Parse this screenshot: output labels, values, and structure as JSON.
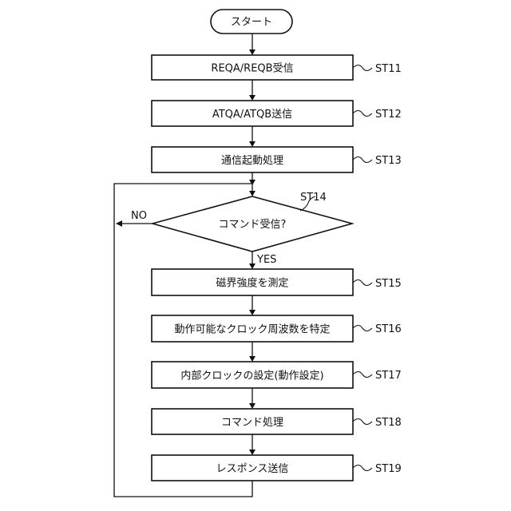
{
  "start": "スタート",
  "steps": [
    {
      "id": "ST11",
      "label": "REQA/REQB受信"
    },
    {
      "id": "ST12",
      "label": "ATQA/ATQB送信"
    },
    {
      "id": "ST13",
      "label": "通信起動処理"
    },
    {
      "id": "ST14",
      "label": "コマンド受信?"
    },
    {
      "id": "ST15",
      "label": "磁界強度を測定"
    },
    {
      "id": "ST16",
      "label": "動作可能なクロック周波数を特定"
    },
    {
      "id": "ST17",
      "label": "内部クロックの設定(動作設定)"
    },
    {
      "id": "ST18",
      "label": "コマンド処理"
    },
    {
      "id": "ST19",
      "label": "レスポンス送信"
    }
  ],
  "branches": {
    "no": "NO",
    "yes": "YES"
  }
}
